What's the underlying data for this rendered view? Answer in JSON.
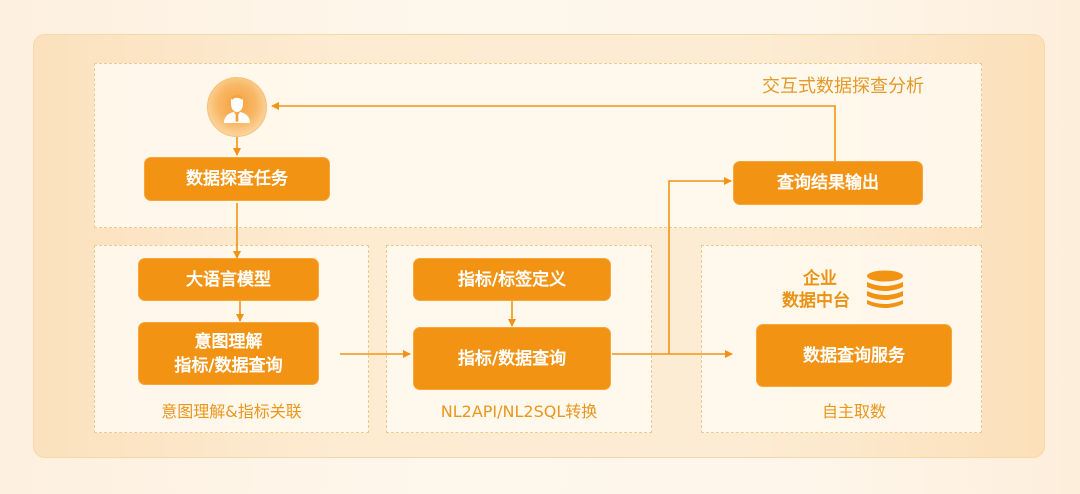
{
  "diagram": {
    "sections": {
      "top": {
        "title": "交互式数据探查分析"
      },
      "left": {
        "caption": "意图理解&指标关联"
      },
      "middle": {
        "caption": "NL2API/NL2SQL转换"
      },
      "right": {
        "caption": "自主取数",
        "label_line1": "企业",
        "label_line2": "数据中台"
      }
    },
    "nodes": {
      "user": {
        "icon": "user-icon"
      },
      "task": "数据探查任务",
      "output": "查询结果输出",
      "llm": "大语言模型",
      "intent_line1": "意图理解",
      "intent_line2": "指标/数据查询",
      "metric_def": "指标/标签定义",
      "metric_query": "指标/数据查询",
      "data_service": "数据查询服务"
    },
    "icons": {
      "database": "database-icon"
    },
    "colors": {
      "accent": "#f39314",
      "text_accent": "#e9971f",
      "panel_border": "#f1c98e"
    }
  }
}
